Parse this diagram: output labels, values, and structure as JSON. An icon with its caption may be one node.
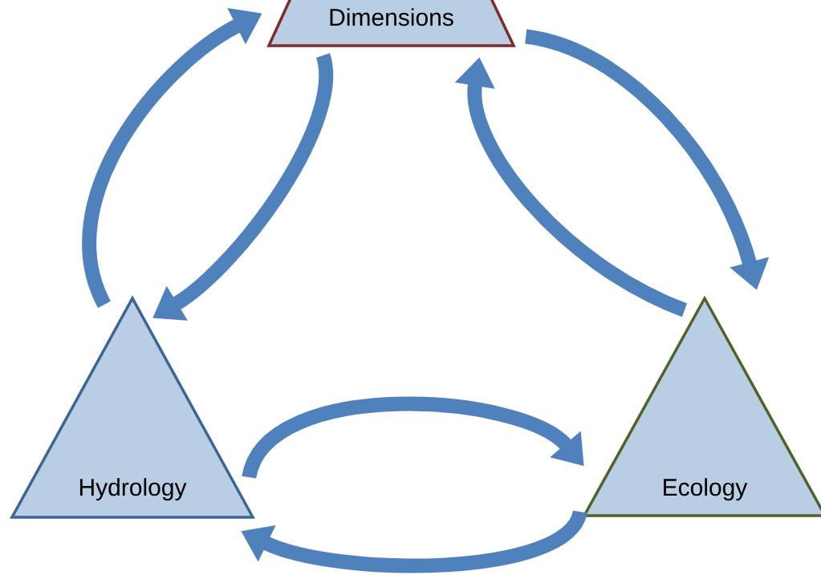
{
  "diagram": {
    "nodes": [
      {
        "text": [
          "Dimensions"
        ]
      },
      {
        "text": [
          "Hydrology"
        ]
      },
      {
        "text": [
          "Ecology"
        ]
      }
    ],
    "edges": [
      {
        "from": 1,
        "to": 0,
        "arrow": "to"
      },
      {
        "from": 0,
        "to": 1,
        "arrow": "to"
      },
      {
        "from": 2,
        "to": 0,
        "arrow": "to"
      },
      {
        "from": 0,
        "to": 2,
        "arrow": "to"
      },
      {
        "from": 1,
        "to": 2,
        "arrow": "to"
      },
      {
        "from": 2,
        "to": 1,
        "arrow": "to"
      }
    ]
  }
}
